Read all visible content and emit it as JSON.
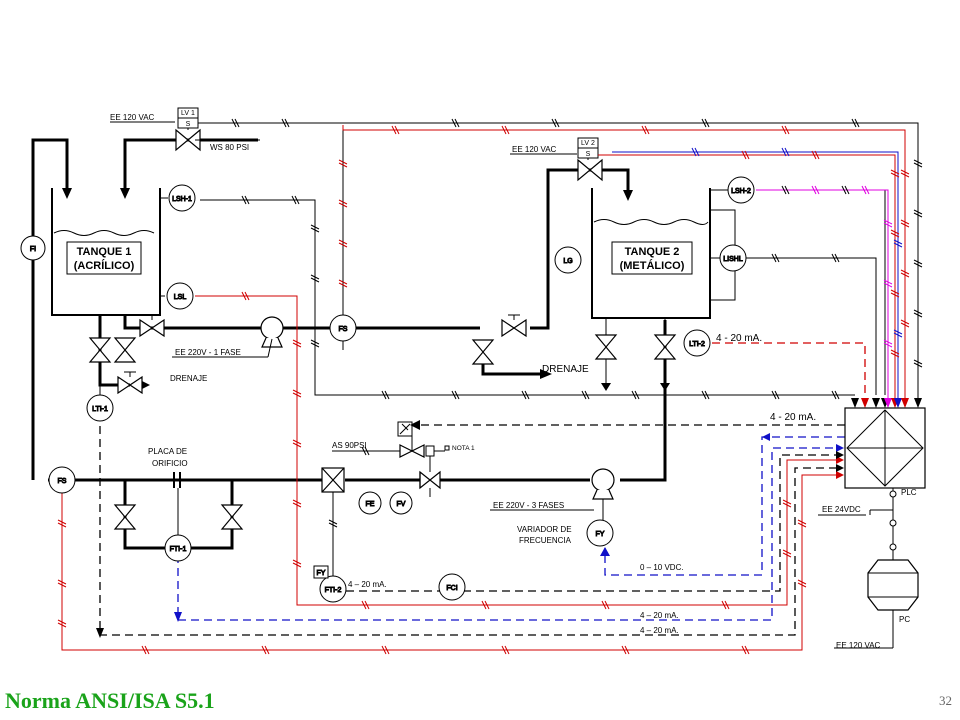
{
  "footer": {
    "title": "Norma ANSI/ISA S5.1",
    "page_number": "32"
  },
  "colors": {
    "pipe": "#000000",
    "electric": "#d00000",
    "signal": "#1010c8",
    "alarm": "#e000e0",
    "footer_text": "#1aa31a"
  },
  "tanks": {
    "tank1": {
      "line1": "TANQUE 1",
      "line2": "(ACRÍLICO)"
    },
    "tank2": {
      "line1": "TANQUE 2",
      "line2": "(METÁLICO)"
    }
  },
  "instruments": {
    "fi": "FI",
    "lsh1": "LSH-1",
    "lsl": "LSL",
    "lti1": "LTI-1",
    "fs1": "FS",
    "fs2": "FS",
    "fti1": "FTI-1",
    "lg": "LG",
    "lsh2": "LSH-2",
    "lishl": "LISHL",
    "lti2": "LTI-2",
    "fe": "FE",
    "fv": "FV",
    "fy1": "FY",
    "fti2": "FTI-2",
    "fci": "FCI",
    "fy2": "FY",
    "lv1": "LV 1",
    "lv2": "LV 2",
    "solenoid": "S"
  },
  "labels": {
    "ee120_1": "EE 120 VAC",
    "ws80": "WS 80 PSI",
    "ee120_2": "EE 120 VAC",
    "ee220_1f": "EE 220V - 1 FASE",
    "drenaje1": "DRENAJE",
    "drenaje2": "DRENAJE",
    "placa1": "PLACA DE",
    "placa2": "ORIFICIO",
    "as90": "AS 90PSI",
    "nota1": "NOTA 1",
    "ee220_3f": "EE 220V - 3 FASES",
    "variador1": "VARIADOR DE",
    "variador2": "FRECUENCIA",
    "plc": "PLC",
    "ee24": "EE 24VDC",
    "pc": "PC",
    "ee120_pc": "EE 120 VAC"
  },
  "signals": {
    "s1": "4 - 20 mA.",
    "s2": "4 - 20 mA.",
    "s3": "4 – 20 mA.",
    "s4": "0 – 10 VDC.",
    "s5": "4 – 20 mA.",
    "s6": "4 – 20 mA."
  }
}
